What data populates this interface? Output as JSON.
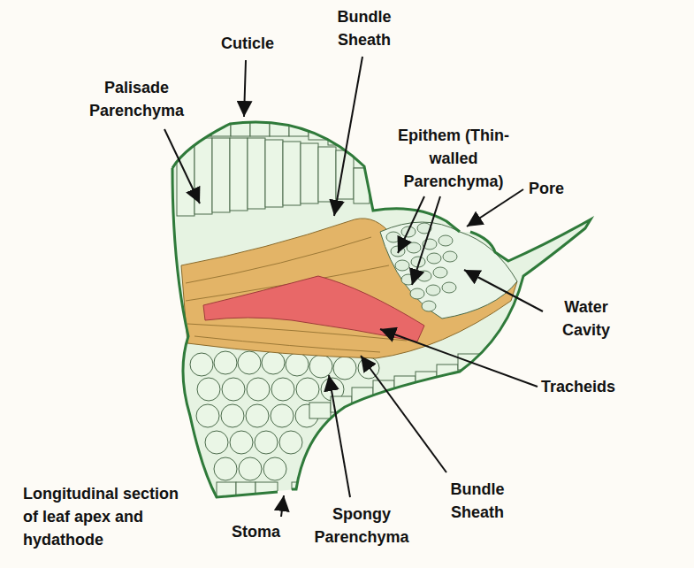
{
  "diagram": {
    "caption": "Longitudinal section of leaf apex and hydathode",
    "labels": [
      "Cuticle",
      "Bundle Sheath",
      "Palisade Parenchyma",
      "Epithem (Thin-walled Parenchyma)",
      "Pore",
      "Water Cavity",
      "Tracheids",
      "Bundle Sheath",
      "Spongy Parenchyma",
      "Stoma"
    ]
  }
}
